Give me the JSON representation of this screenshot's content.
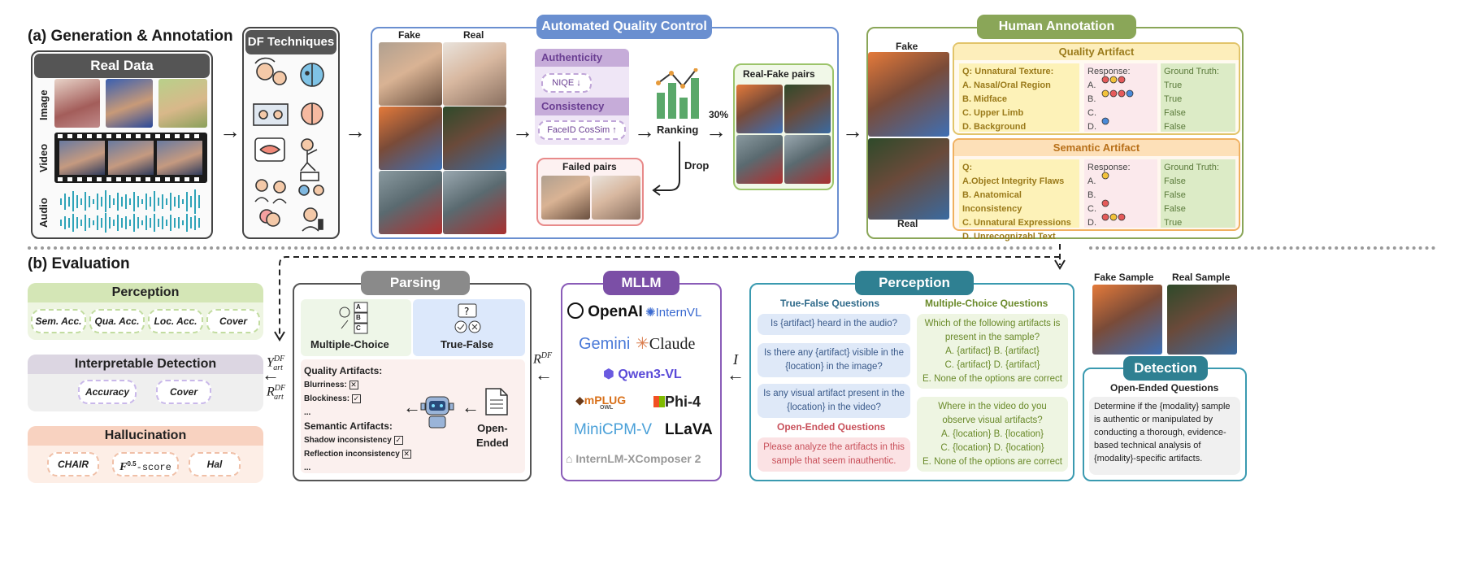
{
  "section_a": {
    "title": "(a) Generation & Annotation"
  },
  "section_b": {
    "title": "(b) Evaluation"
  },
  "real_data": {
    "title": "Real Data",
    "rows": [
      "Image",
      "Video",
      "Audio"
    ]
  },
  "df_techniques": {
    "title": "DF Techniques"
  },
  "aqc": {
    "title": "Automated Quality Control",
    "fake_label": "Fake",
    "real_label": "Real",
    "authenticity": "Authenticity",
    "niqe": "NIQE ↓",
    "consistency": "Consistency",
    "faceid": "FaceID CosSim ↑",
    "ranking": "Ranking",
    "percent": "30%",
    "drop": "Drop",
    "failed_pairs": "Failed pairs",
    "real_fake_pairs": "Real-Fake pairs"
  },
  "human_annotation": {
    "title": "Human Annotation",
    "fake_label": "Fake",
    "real_label": "Real",
    "quality": {
      "title": "Quality Artifact",
      "question": "Q: Unnatural Texture:",
      "options": [
        "A. Nasal/Oral Region",
        "B. Midface",
        "C. Upper Limb",
        "D. Background"
      ],
      "response_label": "Response:",
      "response_letters": [
        "A.",
        "B.",
        "C.",
        "D."
      ],
      "gt_label": "Ground Truth:",
      "gt": [
        "True",
        "True",
        "False",
        "False"
      ]
    },
    "semantic": {
      "title": "Semantic Artifact",
      "question": "Q:",
      "options": [
        "A.Object Integrity Flaws",
        "B. Anatomical Inconsistency",
        "C. Unnatural Expressions",
        "D. Unrecognizabl Text"
      ],
      "response_label": "Response:",
      "response_letters": [
        "A.",
        "B.",
        "C.",
        "D."
      ],
      "gt_label": "Ground Truth:",
      "gt": [
        "False",
        "False",
        "False",
        "True"
      ]
    }
  },
  "metrics": {
    "perception": {
      "title": "Perception",
      "items": [
        "Sem. Acc.",
        "Qua. Acc.",
        "Loc. Acc.",
        "Cover"
      ]
    },
    "interpretable": {
      "title": "Interpretable Detection",
      "items": [
        "Accuracy",
        "Cover"
      ]
    },
    "hallucination": {
      "title": "Hallucination",
      "items": [
        "CHAIR",
        "-score",
        "Hal"
      ],
      "fscore_symbol": "F",
      "fscore_sup": "0.5"
    }
  },
  "symbols": {
    "y_art": "Y",
    "y_art_sup": "DF",
    "y_art_sub": "art",
    "r_art": "R",
    "r_art_sup": "DF",
    "r_art_sub": "art",
    "r_df": "R",
    "r_df_sup": "DF",
    "i": "I"
  },
  "parsing": {
    "title": "Parsing",
    "mc_label": "Multiple-Choice",
    "tf_label": "True-False",
    "mc_letters": [
      "A",
      "B",
      "C"
    ],
    "quality_title": "Quality Artifacts:",
    "quality_items": [
      "Blurriness:",
      "Blockiness:",
      "..."
    ],
    "semantic_title": "Semantic Artifacts:",
    "semantic_items": [
      "Shadow inconsistency",
      "Reflection inconsistency",
      "..."
    ],
    "open_ended": "Open-\nEnded"
  },
  "mllm": {
    "title": "MLLM",
    "models": [
      "OpenAI",
      "InternVL",
      "Gemini",
      "Claude",
      "Qwen3-VL",
      "mPLUG",
      "OWL",
      "Phi-4",
      "MiniCPM-V",
      "LLaVA",
      "InternLM-XComposer 2"
    ]
  },
  "perception_q": {
    "title": "Perception",
    "tf_title": "True-False Questions",
    "mc_title": "Multiple-Choice Questions",
    "tf_questions": [
      "Is {artifact} heard in the audio?",
      "Is there any {artifact} visible in the {location} in the image?",
      "Is any visual artifact present in the {location} in the video?"
    ],
    "mc_q1": "Which of the following artifacts is present in the sample?",
    "mc_q1_opts": [
      "A. {artifact} B. {artifact}",
      "C. {artifact} D. {artifact}",
      "E. None of the options are correct"
    ],
    "mc_q2": "Where in the video do you observe visual artifacts?",
    "mc_q2_opts": [
      "A. {location} B. {location}",
      "C. {location} D. {location}",
      "E. None of the options are correct"
    ],
    "oe_title": "Open-Ended Questions",
    "oe_question": "Please analyze the artifacts in this sample that seem inauthentic."
  },
  "detection": {
    "fake_sample": "Fake Sample",
    "real_sample": "Real Sample",
    "title": "Detection",
    "oe_title": "Open-Ended Questions",
    "text": "Determine if the {modality} sample is authentic or manipulated by conducting a thorough, evidence-based technical analysis of {modality}-specific artifacts."
  },
  "colors": {
    "blue_tag": "#6a8fd0",
    "green_tag": "#8aa658",
    "purple_tag": "#7b4fa6",
    "teal_tag": "#2f8092",
    "gray_tag": "#8a8a8a",
    "dark_tag": "#555555"
  }
}
